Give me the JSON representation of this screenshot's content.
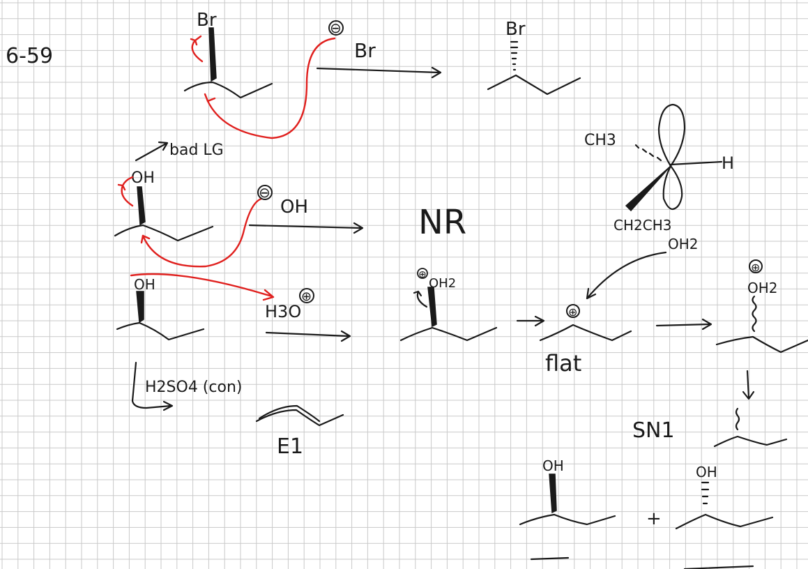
{
  "problem_label": "6-59",
  "reaction1": {
    "substrate_group": "Br",
    "nucleophile_charge": "⊖",
    "nucleophile": "Br",
    "product_group": "Br"
  },
  "reaction2": {
    "substrate_group": "OH",
    "annotation": "bad LG",
    "nucleophile_charge": "⊖",
    "nucleophile": "OH",
    "result": "NR"
  },
  "reaction3": {
    "substrate_group": "OH",
    "reagent": "H3O",
    "reagent_charge": "⊕",
    "intermediate_group": "OH2",
    "intermediate_charge": "⊕",
    "carbocation_charge": "⊕",
    "carbocation_note": "flat",
    "attacking_group": "OH2",
    "protonated_product_group": "OH2",
    "protonated_product_charge": "⊕",
    "mechanism": "SN1",
    "product1_group": "OH",
    "plus": "+",
    "product2_group": "OH"
  },
  "orbital_sketch": {
    "methyl": "CH3",
    "hydrogen": "H",
    "ethyl": "CH2CH3"
  },
  "elimination": {
    "reagent": "H2SO4 (con)",
    "mechanism": "E1"
  },
  "colors": {
    "ink": "#1a1a1a",
    "red_ink": "#e0201e",
    "grid": "#c9c9c9"
  }
}
